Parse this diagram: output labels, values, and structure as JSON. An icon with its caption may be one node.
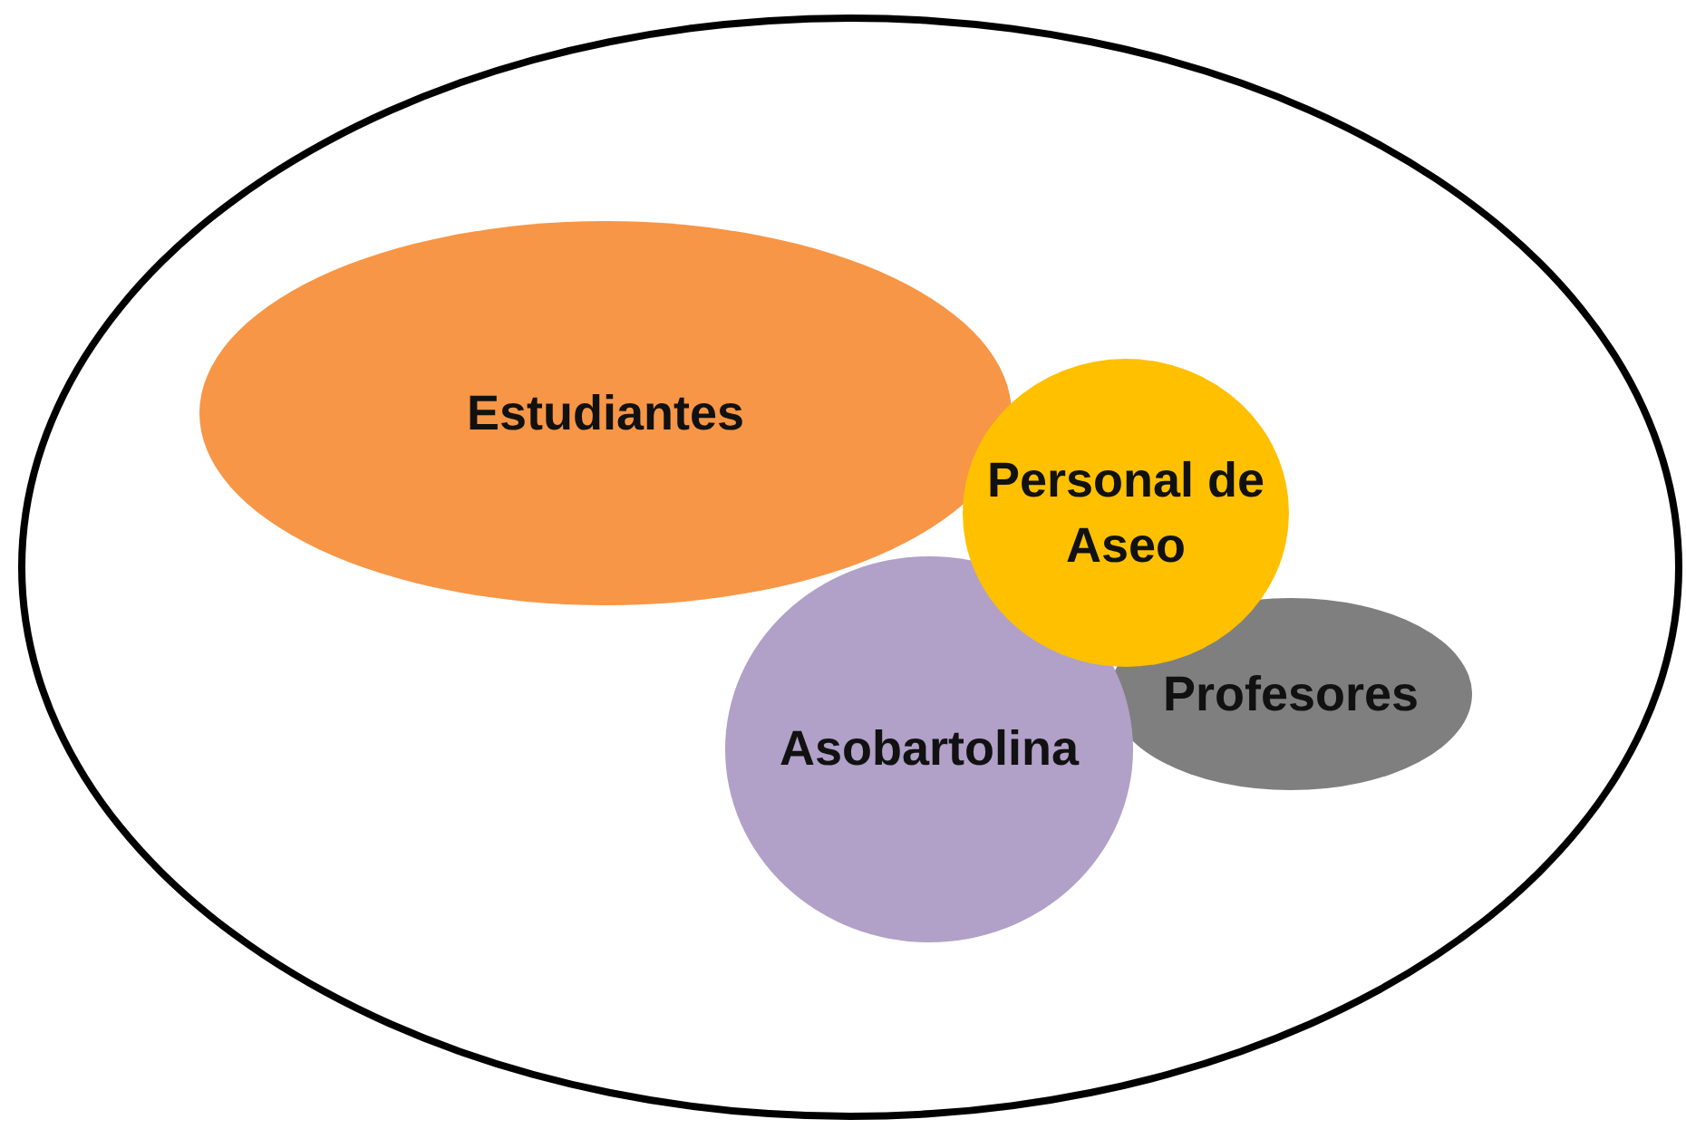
{
  "diagram": {
    "nodes": [
      {
        "text": [],
        "shape": "ellipse"
      },
      {
        "text": [
          "Estudiantes"
        ],
        "in": 0
      },
      {
        "text": [
          "Personal de Aseo"
        ],
        "in": 0
      },
      {
        "text": [
          "Asobartolina"
        ],
        "in": 0
      },
      {
        "text": [
          "Profesores"
        ],
        "in": 0
      }
    ],
    "edges": []
  }
}
